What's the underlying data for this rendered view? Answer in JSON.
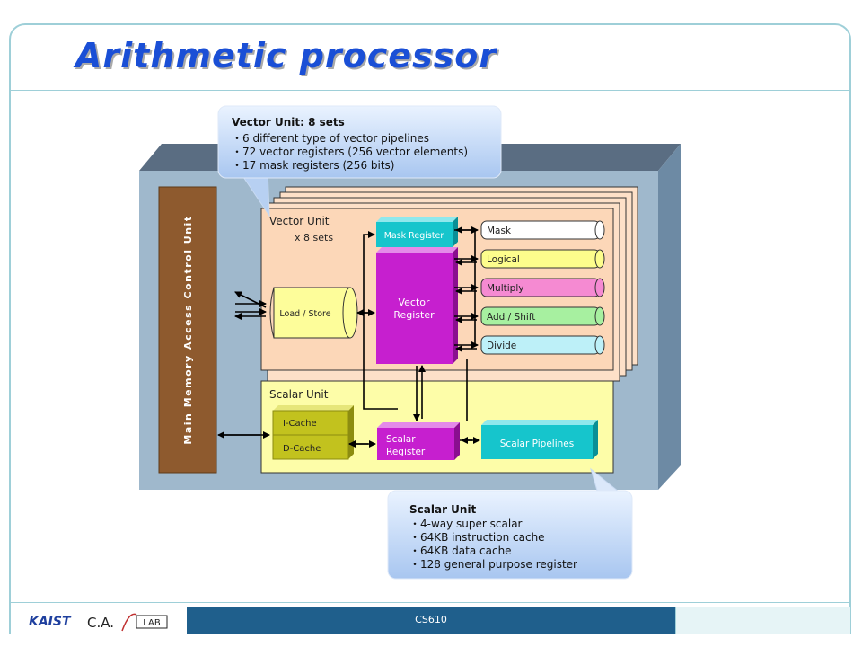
{
  "slide": {
    "title": "Arithmetic processor"
  },
  "callouts": {
    "vector": {
      "heading": "Vector Unit: 8 sets",
      "lines": [
        "・6 different type of vector pipelines",
        "・72 vector registers (256 vector elements)",
        "・17 mask registers (256 bits)"
      ]
    },
    "scalar": {
      "heading": "Scalar Unit",
      "lines": [
        "・4-way super scalar",
        "・64KB instruction cache",
        "・64KB data cache",
        "・128 general purpose register"
      ]
    }
  },
  "diagram": {
    "memory_control": "Main Memory Access Control Unit",
    "vector_unit": {
      "label": "Vector Unit",
      "sets": "x 8 sets"
    },
    "mask_register": "Mask Register",
    "vector_register": [
      "Vector",
      "Register"
    ],
    "load_store": "Load / Store",
    "pipelines": [
      {
        "label": "Mask",
        "color": "#ffffff"
      },
      {
        "label": "Logical",
        "color": "#fdfd8c"
      },
      {
        "label": "Multiply",
        "color": "#f58ad2"
      },
      {
        "label": "Add / Shift",
        "color": "#a7f0a0"
      },
      {
        "label": "Divide",
        "color": "#bdf0f8"
      }
    ],
    "scalar_unit": "Scalar Unit",
    "icache": "I-Cache",
    "dcache": "D-Cache",
    "scalar_register": [
      "Scalar",
      "Register"
    ],
    "scalar_pipelines": "Scalar Pipelines"
  },
  "footer": {
    "logo_kaist": "KAIST",
    "logo_ca": "C.A.",
    "logo_lab": "LAB",
    "course": "CS610",
    "colors": {
      "band": "#1f5f8c",
      "right": "#e6f4f6"
    }
  }
}
